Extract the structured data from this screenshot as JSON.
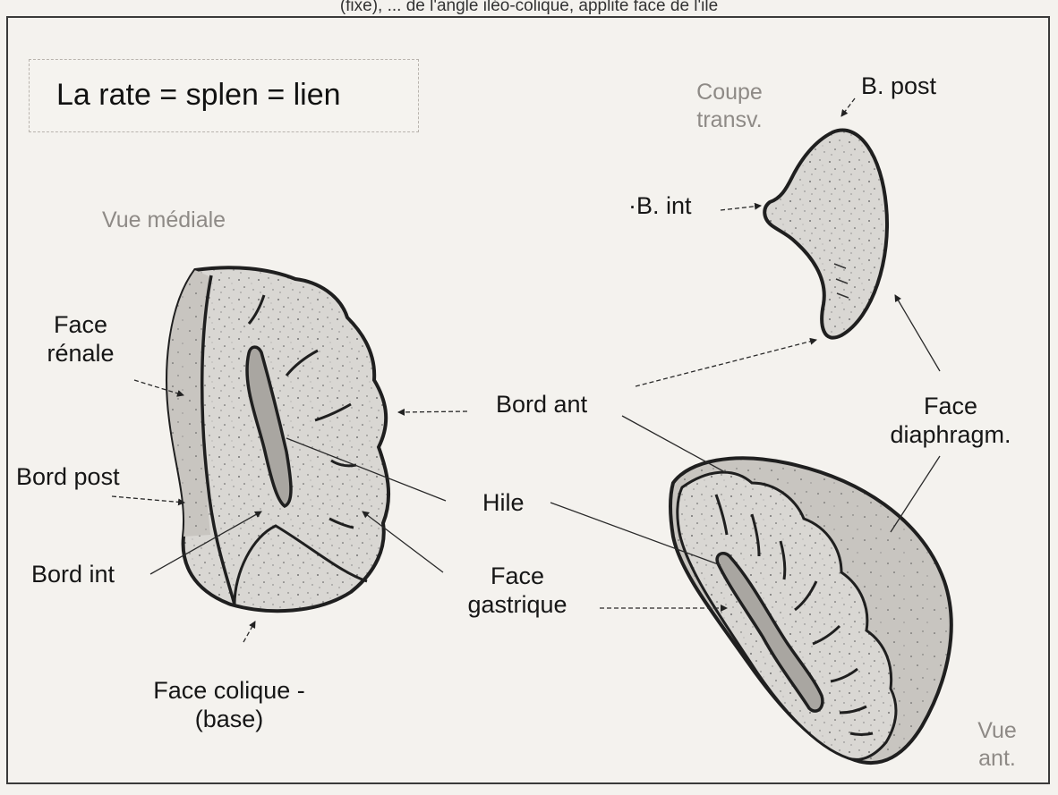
{
  "header_fragment": "(fixe), ... de l'angle iléo-colique, applite face de l'ile",
  "title": "La rate = splen = lien",
  "medial_view": {
    "caption": "Vue médiale",
    "face_renale": "Face\nrénale",
    "bord_post": "Bord post",
    "bord_int": "Bord int",
    "face_colique": "Face colique -\n(base)"
  },
  "shared_labels": {
    "bord_ant": "Bord ant",
    "hile": "Hile",
    "face_gastrique": "Face\ngastrique"
  },
  "section_view": {
    "caption": "Coupe\ntransv.",
    "b_post": "B. post",
    "b_int": "·B. int"
  },
  "anterior_view": {
    "caption": "Vue\nant.",
    "face_diaphragm": "Face\ndiaphragm."
  },
  "colors": {
    "outline": "#1f1f1f",
    "fill": "#dcdad6",
    "shade": "#bdbab5",
    "background": "#f4f2ee"
  }
}
